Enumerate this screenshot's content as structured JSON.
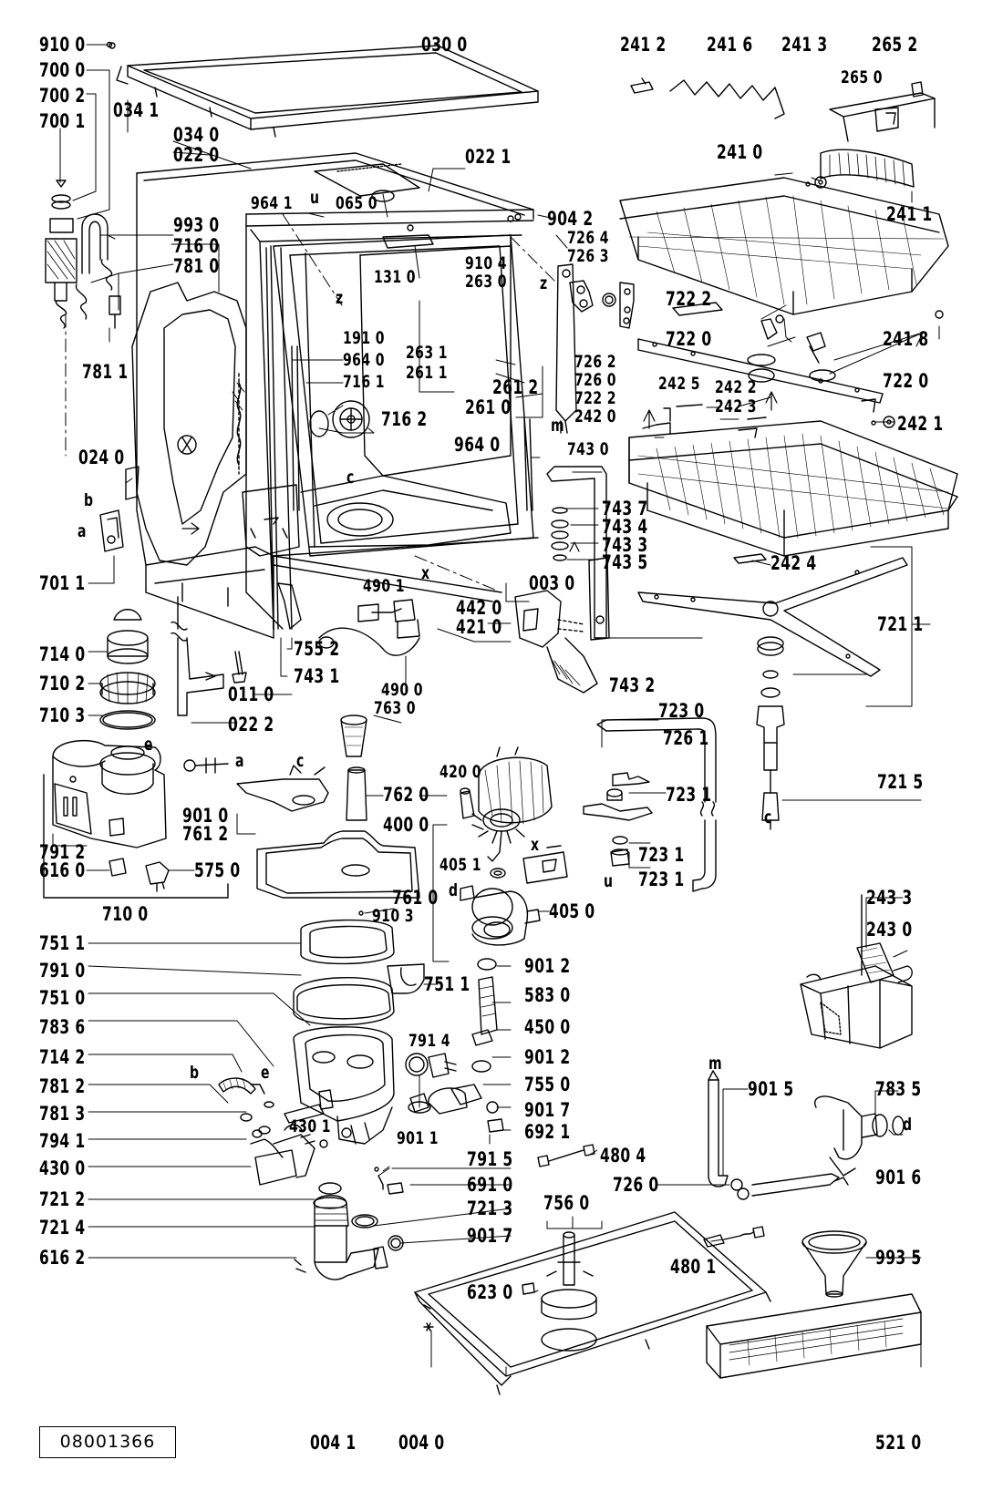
{
  "drawing_code": "08001366",
  "labels": {
    "l9100": "910 0",
    "l7000": "700 0",
    "l7002": "700 2",
    "l7001": "700 1",
    "l0300": "030 0",
    "l0341": "034 1",
    "l0340": "034 0",
    "l0220": "022 0",
    "l0221": "022 1",
    "l2412": "241 2",
    "l2416": "241 6",
    "l2413": "241 3",
    "l2652": "265 2",
    "l2650": "265 0",
    "l2410": "241 0",
    "l2411": "241 1",
    "l9930": "993 0",
    "l7160": "716 0",
    "l7810": "781 0",
    "l7811": "781 1",
    "l9641a": "964 1",
    "lu1": "u",
    "l0650": "065 0",
    "l9042": "904 2",
    "l7264": "726 4",
    "l7263": "726 3",
    "l9104": "910 4",
    "l2630": "263 0",
    "l1310": "131 0",
    "lz1": "z",
    "lz2": "z",
    "l7222": "722 2",
    "l7220a": "722 0",
    "l2418": "241 8",
    "l7220b": "722 0",
    "l2631": "263 1",
    "l2611": "261 1",
    "l1910": "191 0",
    "l9640a": "964 0",
    "l7161": "716 1",
    "l2612": "261 2",
    "l2610": "261 0",
    "l7162": "716 2",
    "l7262": "726 2",
    "l7260a": "726 0",
    "l7222b": "722 2",
    "l2420": "242 0",
    "lm1": "m",
    "l2425": "242 5",
    "l2422": "242 2",
    "l2423": "242 3",
    "l2421": "242 1",
    "l0240": "024 0",
    "l9640b": "964 0",
    "l7430": "743 0",
    "lc1": "c",
    "lb1": "b",
    "la1": "a",
    "l7011": "701 1",
    "l7437": "743 7",
    "l7434": "743 4",
    "l7433": "743 3",
    "l7435": "743 5",
    "l2424": "242 4",
    "lx1": "x",
    "l0030": "003 0",
    "l4901": "490 1",
    "l4420": "442 0",
    "l4210": "421 0",
    "l7211": "721 1",
    "l7140": "714 0",
    "l7102": "710 2",
    "l7103": "710 3",
    "l7552": "755 2",
    "l7431": "743 1",
    "l0110": "011 0",
    "l4900": "490 0",
    "l7432": "743 2",
    "l0222": "022 2",
    "l7630": "763 0",
    "l7230": "723 0",
    "l7261": "726 1",
    "le1": "e",
    "la2": "a",
    "lc2": "c",
    "l4200": "420 0",
    "l7620": "762 0",
    "l7231a": "723 1",
    "l4000": "400 0",
    "l7912": "791 2",
    "l9010": "901 0",
    "l7612": "761 2",
    "l4051": "405 1",
    "lx2": "x",
    "l7231b": "723 1",
    "lu2": "u",
    "l7231c": "723 1",
    "l7215": "721 5",
    "lc3": "c",
    "l6160": "616 0",
    "l5750": "575 0",
    "l7610": "761 0",
    "ld1": "d",
    "l4050": "405 0",
    "l7100": "710 0",
    "l9103": "910 3",
    "l2433": "243 3",
    "l2430": "243 0",
    "l7511a": "751 1",
    "l9012a": "901 2",
    "l7910": "791 0",
    "l7511b": "751 1",
    "l5830": "583 0",
    "l7510": "751 0",
    "l4500": "450 0",
    "l7836": "783 6",
    "l7914": "791 4",
    "l7142": "714 2",
    "l9012b": "901 2",
    "lb2": "b",
    "le2": "e",
    "l7550": "755 0",
    "l7812": "781 2",
    "lm2": "m",
    "l9015": "901 5",
    "l7835": "783 5",
    "l7813": "781 3",
    "l9017a": "901 7",
    "l7941": "794 1",
    "l4301": "430 1",
    "l9011": "901 1",
    "l6921": "692 1",
    "ld2": "d",
    "l4300": "430 0",
    "l7915": "791 5",
    "l4804": "480 4",
    "l9016": "901 6",
    "l7212": "721 2",
    "l6910": "691 0",
    "l7260b": "726 0",
    "l7213": "721 3",
    "l7560": "756 0",
    "l7214": "721 4",
    "l9017b": "901 7",
    "l4801": "480 1",
    "l9935": "993 5",
    "l6162": "616 2",
    "l6230": "623 0",
    "l0041": "004 1",
    "l0040": "004 0",
    "l5210": "521 0"
  }
}
